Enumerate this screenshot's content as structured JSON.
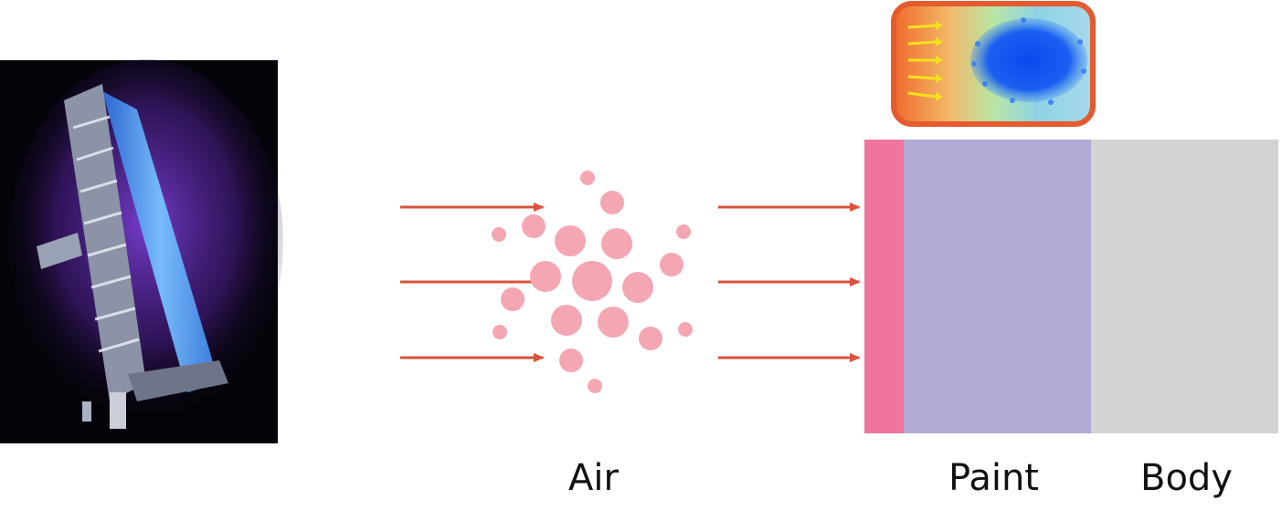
{
  "labels": {
    "air": "Air",
    "paint": "Paint",
    "body": "Body"
  },
  "colors": {
    "arrow": "#d9533e",
    "particle": "#f4a7b3",
    "surface_layer": "#ef759f",
    "paint_layer": "#b1acd6",
    "body_layer": "#d3d3d5",
    "inset_border": "#e55a2e",
    "inset_arrow": "#f3e21c",
    "inset_blob": "#1a5ff0",
    "photo_background": "#05030a",
    "photo_glow": "#7b3fd6",
    "photo_panel": "#6fb8ff"
  },
  "icons": {
    "photo": "space-station-solar-panel-illustration",
    "inset": "heat-flow-thermal-map-icon"
  }
}
